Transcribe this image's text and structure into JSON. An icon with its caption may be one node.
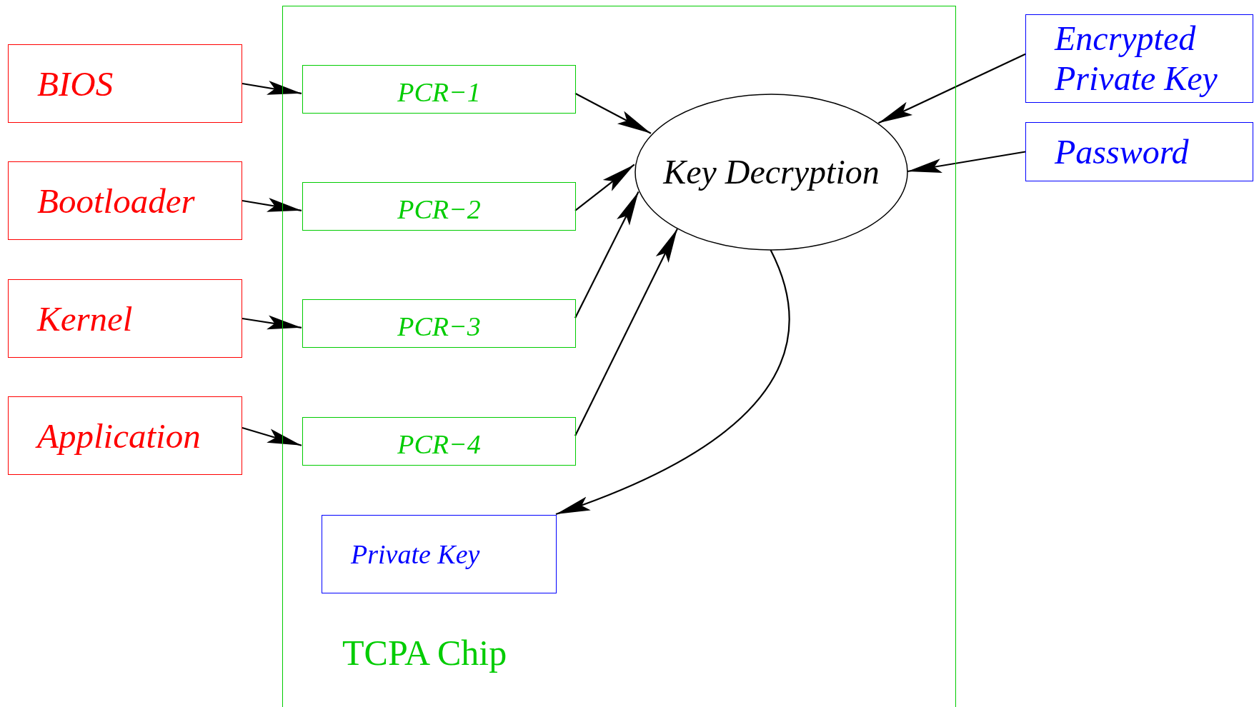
{
  "diagram": {
    "nodes": [
      {
        "text": [
          "TCPA Chip"
        ]
      },
      {
        "text": [
          "PCR−1"
        ],
        "in": 0
      },
      {
        "text": [
          "PCR−2"
        ],
        "in": 0
      },
      {
        "text": [
          "PCR−3"
        ],
        "in": 0
      },
      {
        "text": [
          "PCR−4"
        ],
        "in": 0
      },
      {
        "text": [
          "Key Decryption"
        ],
        "in": 0
      },
      {
        "text": [
          "Private Key"
        ],
        "in": 0
      },
      {
        "text": [
          "BIOS"
        ]
      },
      {
        "text": [
          "Bootloader"
        ]
      },
      {
        "text": [
          "Kernel"
        ]
      },
      {
        "text": [
          "Application"
        ]
      },
      {
        "text": [
          "Encrypted Private Key"
        ]
      },
      {
        "text": [
          "Password"
        ]
      }
    ],
    "edges": [
      {
        "from": 7,
        "to": 1,
        "arrow": "to"
      },
      {
        "from": 8,
        "to": 2,
        "arrow": "to"
      },
      {
        "from": 9,
        "to": 3,
        "arrow": "to"
      },
      {
        "from": 10,
        "to": 4,
        "arrow": "to"
      },
      {
        "from": 1,
        "to": 5,
        "arrow": "to"
      },
      {
        "from": 2,
        "to": 5,
        "arrow": "to"
      },
      {
        "from": 3,
        "to": 5,
        "arrow": "to"
      },
      {
        "from": 4,
        "to": 5,
        "arrow": "to"
      },
      {
        "from": 11,
        "to": 5,
        "arrow": "to"
      },
      {
        "from": 12,
        "to": 5,
        "arrow": "to"
      },
      {
        "from": 5,
        "to": 6,
        "arrow": "to"
      }
    ]
  }
}
